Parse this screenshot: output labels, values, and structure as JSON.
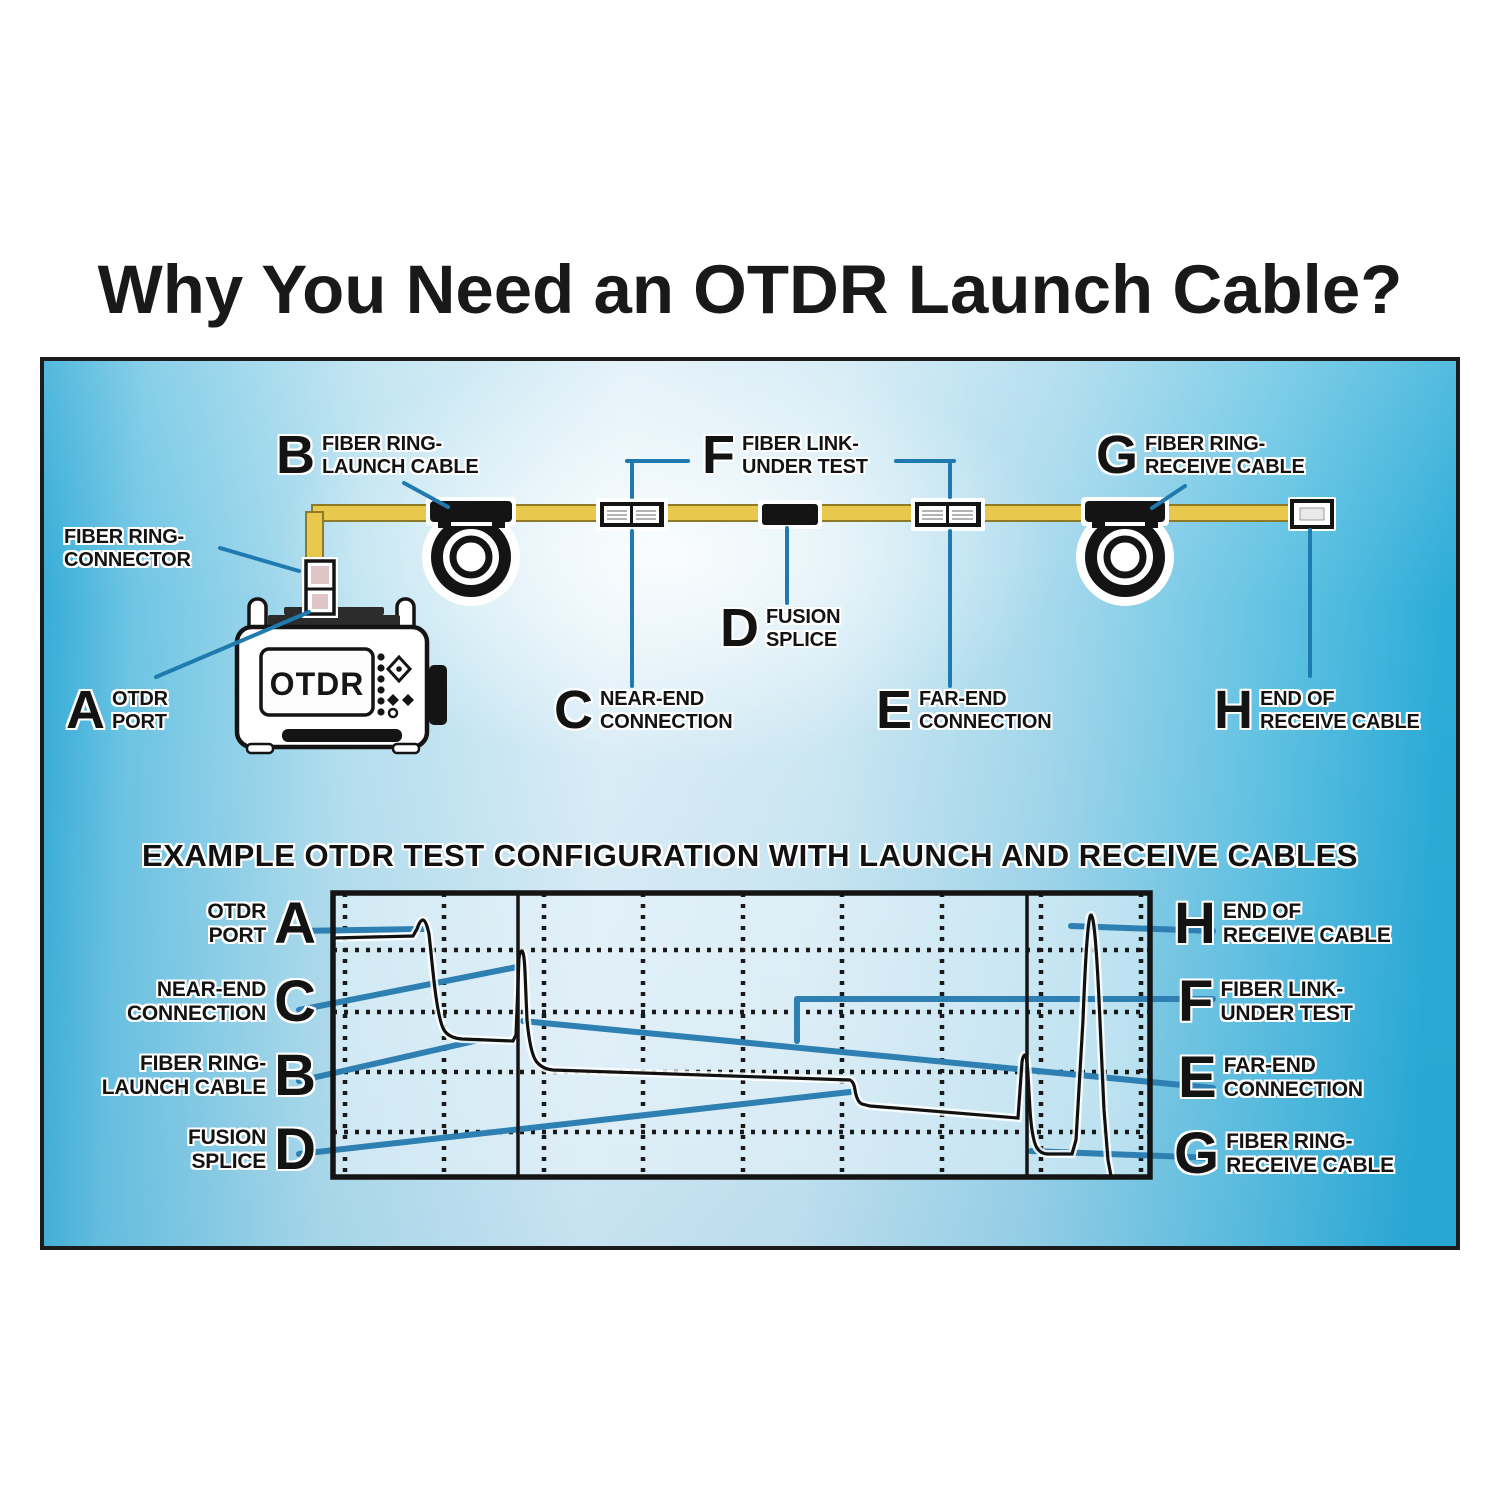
{
  "title": "Why You Need an OTDR Launch Cable?",
  "subtitle": "EXAMPLE OTDR TEST CONFIGURATION WITH LAUNCH AND RECEIVE CABLES",
  "device": {
    "screen_label": "OTDR"
  },
  "colors": {
    "panel_blue": "#2fb0dc",
    "cable_yellow": "#e9c84e",
    "callout_blue": "#2e7fb2",
    "trace_black": "#111111"
  },
  "diagram_labels": {
    "connector": {
      "lines": [
        "FIBER RING-",
        "CONNECTOR"
      ]
    },
    "a": {
      "letter": "A",
      "lines": [
        "OTDR",
        "PORT"
      ]
    },
    "b": {
      "letter": "B",
      "lines": [
        "FIBER RING-",
        "LAUNCH CABLE"
      ]
    },
    "c": {
      "letter": "C",
      "lines": [
        "NEAR-END",
        "CONNECTION"
      ]
    },
    "d": {
      "letter": "D",
      "lines": [
        "FUSION",
        "SPLICE"
      ]
    },
    "e": {
      "letter": "E",
      "lines": [
        "FAR-END",
        "CONNECTION"
      ]
    },
    "f": {
      "letter": "F",
      "lines": [
        "FIBER LINK-",
        "UNDER TEST"
      ]
    },
    "g": {
      "letter": "G",
      "lines": [
        "FIBER RING-",
        "RECEIVE CABLE"
      ]
    },
    "h": {
      "letter": "H",
      "lines": [
        "END OF",
        "RECEIVE CABLE"
      ]
    }
  },
  "chart_labels": {
    "left": [
      {
        "letter": "A",
        "lines": [
          "OTDR",
          "PORT"
        ]
      },
      {
        "letter": "C",
        "lines": [
          "NEAR-END",
          "CONNECTION"
        ]
      },
      {
        "letter": "B",
        "lines": [
          "FIBER RING-",
          "LAUNCH CABLE"
        ]
      },
      {
        "letter": "D",
        "lines": [
          "FUSION",
          "SPLICE"
        ]
      }
    ],
    "right": [
      {
        "letter": "H",
        "lines": [
          "END OF",
          "RECEIVE CABLE"
        ]
      },
      {
        "letter": "F",
        "lines": [
          "FIBER LINK-",
          "UNDER TEST"
        ]
      },
      {
        "letter": "E",
        "lines": [
          "FAR-END",
          "CONNECTION"
        ]
      },
      {
        "letter": "G",
        "lines": [
          "FIBER RING-",
          "RECEIVE CABLE"
        ]
      }
    ]
  },
  "chart_data": {
    "type": "line",
    "title": "EXAMPLE OTDR TEST CONFIGURATION WITH LAUNCH AND RECEIVE CABLES",
    "description": "OTDR trace (backscatter power vs distance) drawn on a dotted grid; solid vertical lines separate launch cable, fiber link under test, and receive cable sections.",
    "grid": "dotted",
    "legend_position": "left and right of plot",
    "events": [
      {
        "id": "A",
        "label": "OTDR PORT",
        "feature": "initial reflection spike at start of trace"
      },
      {
        "id": "B",
        "label": "FIBER RING-LAUNCH CABLE",
        "feature": "backscatter slope of launch cable section"
      },
      {
        "id": "C",
        "label": "NEAR-END CONNECTION",
        "feature": "reflection spike at end of launch cable"
      },
      {
        "id": "D",
        "label": "FUSION SPLICE",
        "feature": "small non-reflective loss step mid fiber link"
      },
      {
        "id": "E",
        "label": "FAR-END CONNECTION",
        "feature": "reflection spike at end of fiber link"
      },
      {
        "id": "F",
        "label": "FIBER LINK-UNDER TEST",
        "feature": "sloped section between near-end and far-end connections"
      },
      {
        "id": "G",
        "label": "FIBER RING-RECEIVE CABLE",
        "feature": "backscatter section after far-end connection"
      },
      {
        "id": "H",
        "label": "END OF RECEIVE CABLE",
        "feature": "large reflection spike at end of trace"
      }
    ]
  }
}
